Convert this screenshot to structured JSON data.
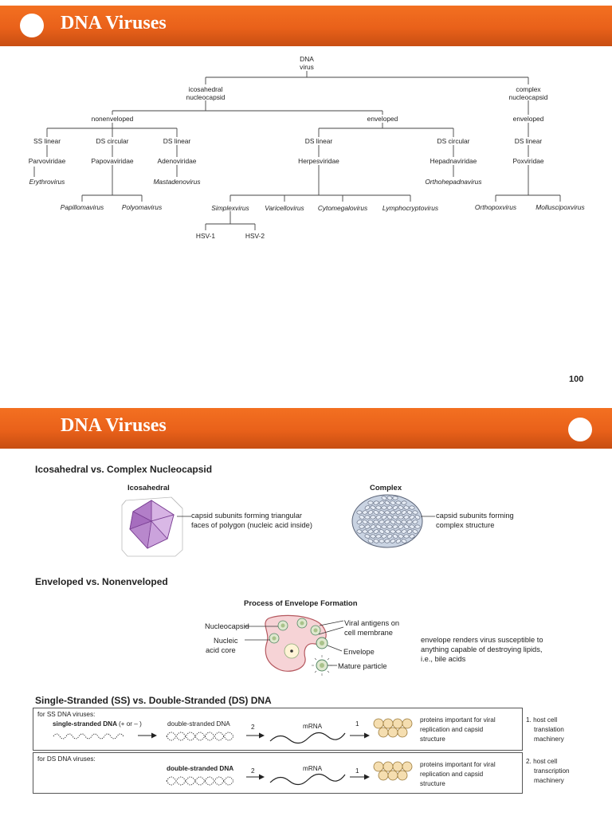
{
  "slide1": {
    "title": "DNA Viruses",
    "page_number": "100",
    "tree": {
      "root": [
        "DNA",
        "virus"
      ],
      "icosahedral": [
        "icosahedral",
        "nucleocapsid"
      ],
      "complex": [
        "complex",
        "nucleocapsid"
      ],
      "nonenveloped": "nonenveloped",
      "enveloped_left": "enveloped",
      "enveloped_right": "enveloped",
      "ss_linear": "SS linear",
      "ds_circular_1": "DS circular",
      "ds_linear_1": "DS linear",
      "ds_linear_2": "DS linear",
      "ds_circular_2": "DS circular",
      "ds_linear_3": "DS linear",
      "parvoviridae": "Parvoviridae",
      "papovaviridae": "Papovaviridae",
      "adenoviridae": "Adenoviridae",
      "herpesviridae": "Herpesviridae",
      "hepadnaviridae": "Hepadnaviridae",
      "poxviridae": "Poxviridae",
      "erythrovirus": "Erythrovirus",
      "mastadenovirus": "Mastadenovirus",
      "orthohepadnavirus": "Orthohepadnavirus",
      "papillomavirus": "Papillomavirus",
      "polyomavirus": "Polyomavirus",
      "simplexvirus": "Simplexvirus",
      "varicellovirus": "Varicellovirus",
      "cytomegalovirus": "Cytomegalovirus",
      "lymphocryptovirus": "Lymphocryptovirus",
      "orthopoxvirus": "Orthopoxvirus",
      "molluscipoxvirus": "Molluscipoxvirus",
      "hsv1": "HSV-1",
      "hsv2": "HSV-2"
    }
  },
  "slide2": {
    "title": "DNA Viruses",
    "section1": {
      "heading": "Icosahedral vs. Complex Nucleocapsid",
      "icosahedral_label": "Icosahedral",
      "icosahedral_caption": [
        "capsid subunits forming triangular",
        "faces of polygon (nucleic acid inside)"
      ],
      "complex_label": "Complex",
      "complex_caption": [
        "capsid subunits forming",
        "complex structure"
      ]
    },
    "section2": {
      "heading": "Enveloped vs. Nonenveloped",
      "figure_title": "Process of Envelope Formation",
      "nucleocapsid": "Nucleocapsid",
      "nucleic_acid_core": [
        "Nucleic",
        "acid core"
      ],
      "viral_antigens": [
        "Viral antigens on",
        "cell membrane"
      ],
      "envelope": "Envelope",
      "mature_particle": "Mature particle",
      "note": [
        "envelope renders virus susceptible to",
        "anything capable of destroying lipids,",
        "i.e., bile acids"
      ]
    },
    "section3": {
      "heading": "Single-Stranded (SS) vs. Double-Stranded (DS) DNA",
      "ss_box": {
        "for_label": "for SS DNA viruses:",
        "start": "single-stranded DNA",
        "start_suffix": "(+ or – )",
        "middle": "double-stranded DNA",
        "step2": "2",
        "mrna": "mRNA",
        "step1": "1",
        "proteins": [
          "proteins important for viral",
          "replication and capsid",
          "structure"
        ],
        "machinery": [
          "1. host cell",
          "translation",
          "machinery"
        ]
      },
      "ds_box": {
        "for_label": "for DS DNA viruses:",
        "start": "double-stranded DNA",
        "step2": "2",
        "mrna": "mRNA",
        "step1": "1",
        "proteins": [
          "proteins important for viral",
          "replication and capsid",
          "structure"
        ],
        "machinery": [
          "2. host cell",
          "transcription",
          "machinery"
        ]
      }
    },
    "colors": {
      "banner": "#e9611a",
      "capsid_purple": "#b47cc7",
      "complex_fill": "#cfd8e6",
      "protein_fill": "#f5deb0",
      "envelope_fill": "#f6d3d6"
    }
  }
}
